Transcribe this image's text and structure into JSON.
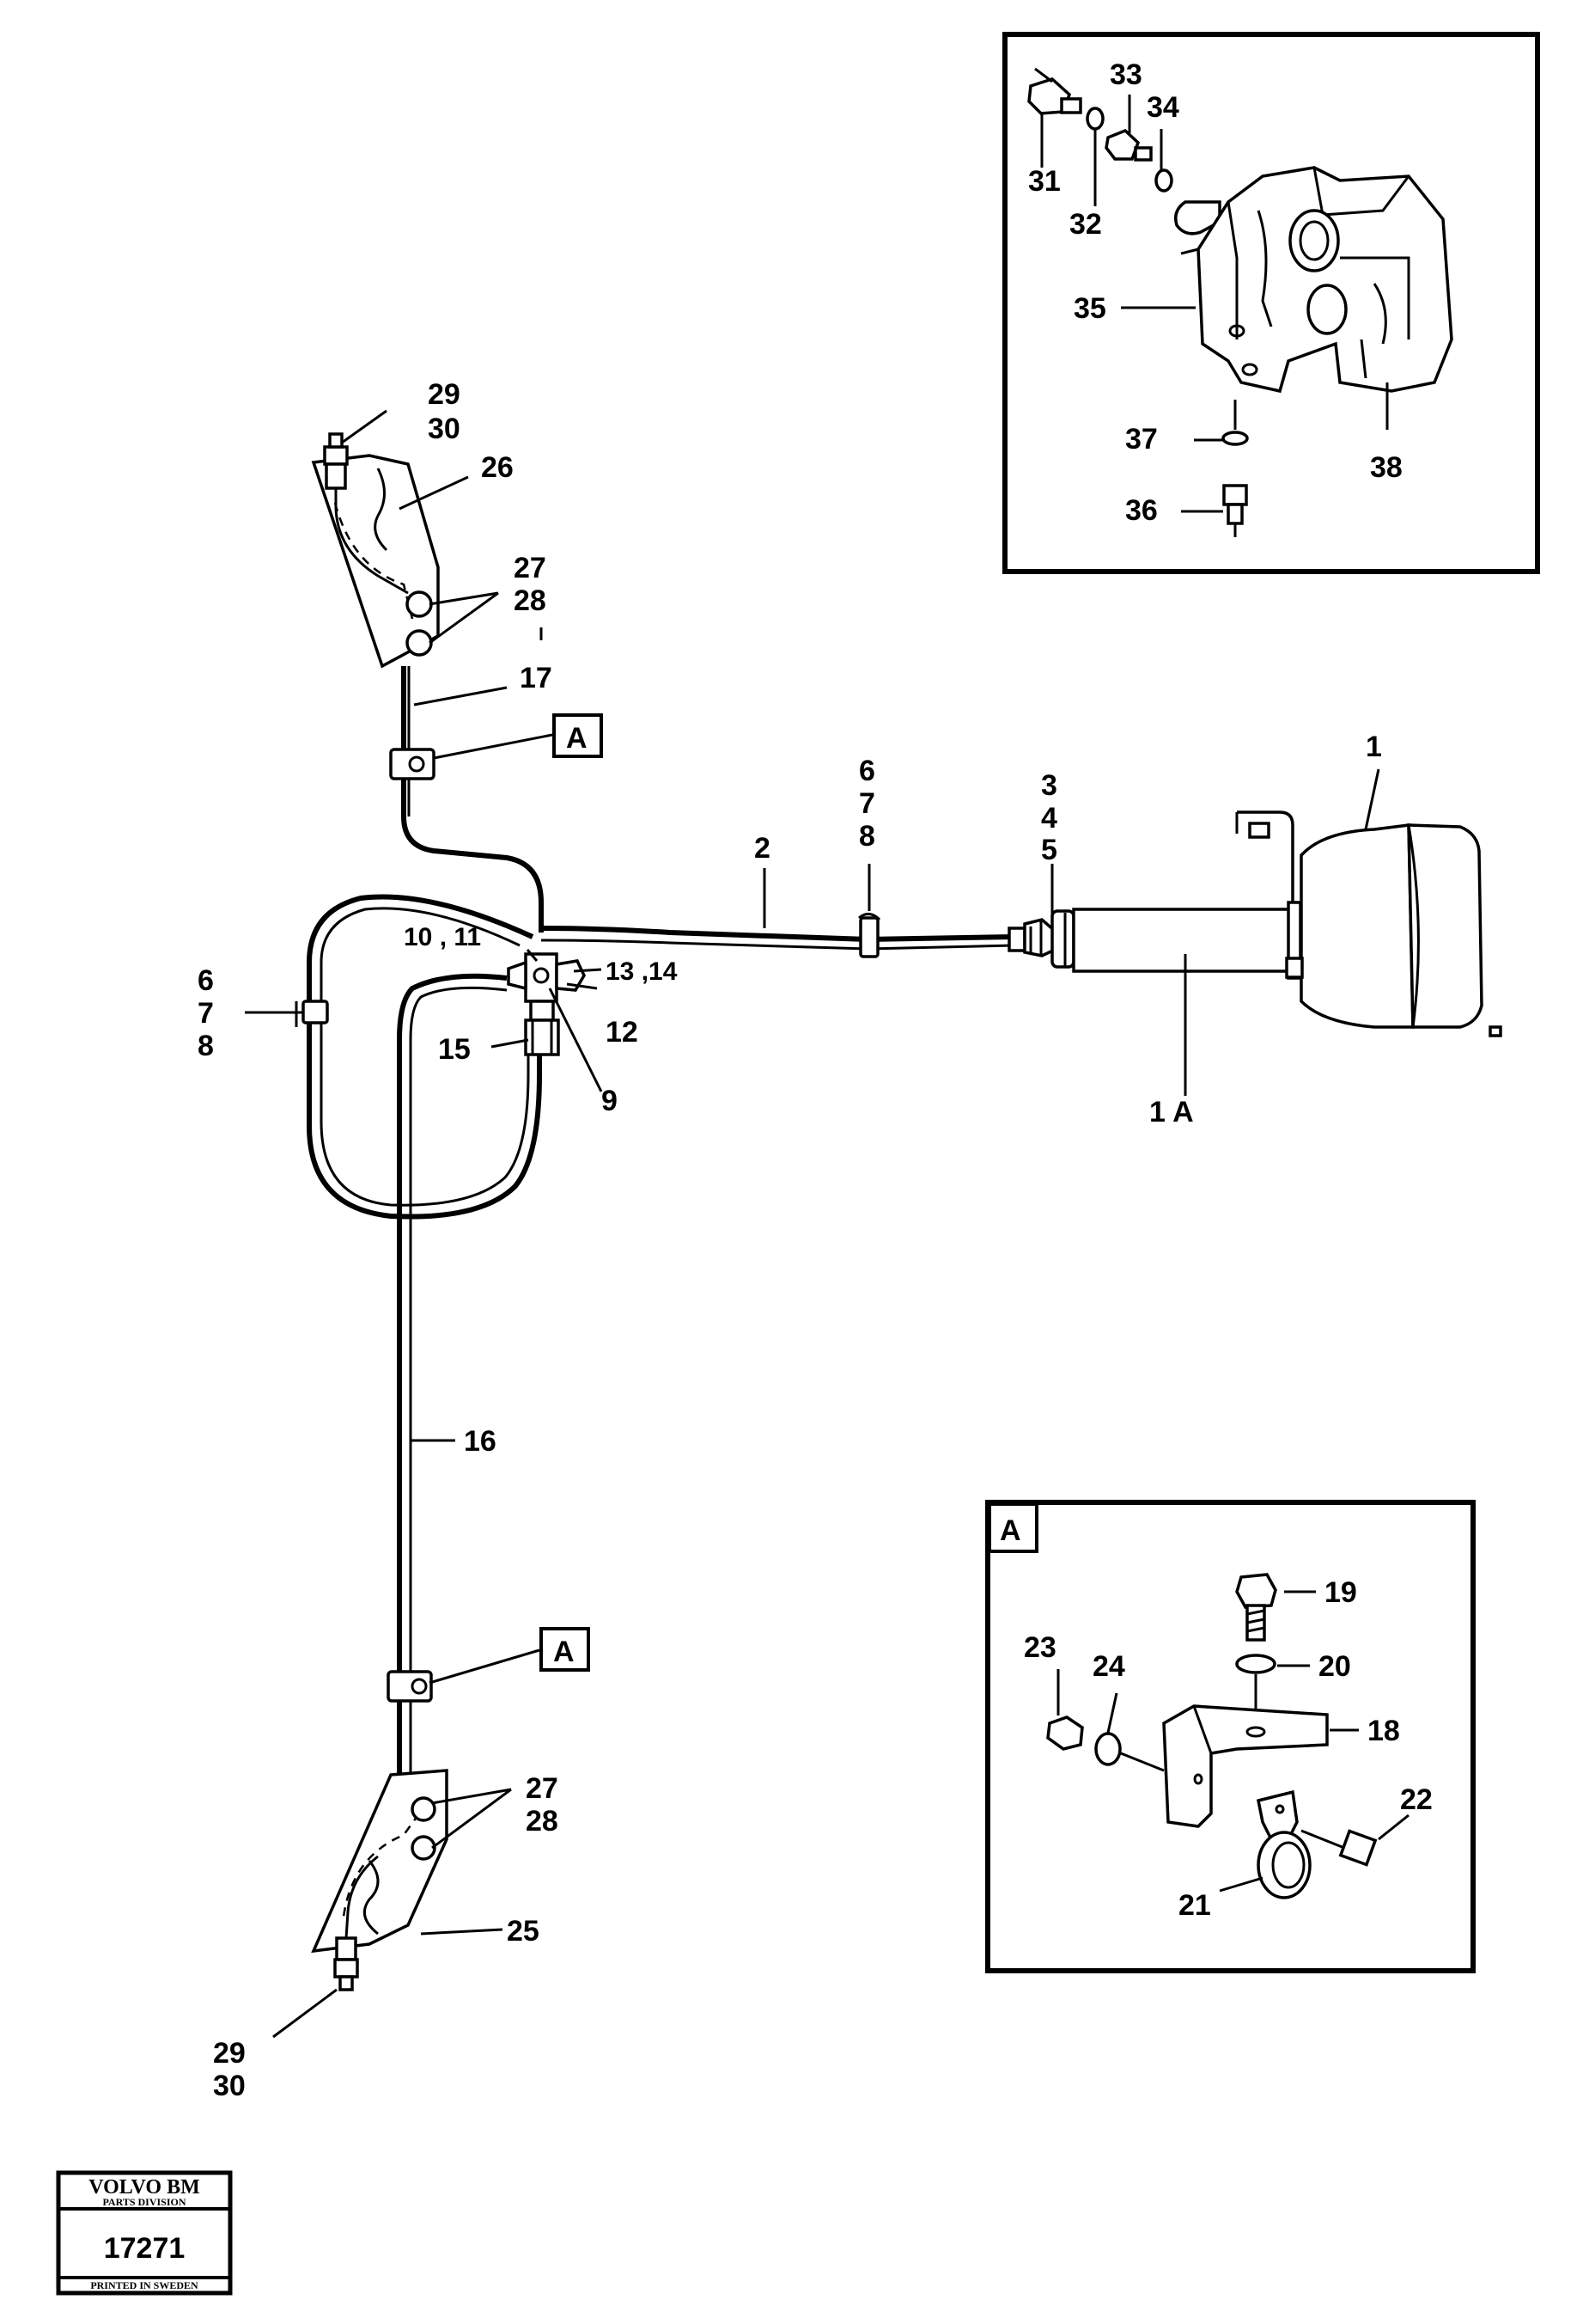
{
  "callouts": {
    "c1": "1",
    "c1a": "1 A",
    "c2": "2",
    "c3": "3",
    "c4": "4",
    "c5": "5",
    "c6a": "6",
    "c7a": "7",
    "c8a": "8",
    "c6b": "6",
    "c7b": "7",
    "c8b": "8",
    "c9": "9",
    "c10_11": "10 , 11",
    "c12": "12",
    "c13_14": "13 ,14",
    "c15": "15",
    "c16": "16",
    "c17": "17",
    "c18": "18",
    "c19": "19",
    "c20": "20",
    "c21": "21",
    "c22": "22",
    "c23": "23",
    "c24": "24",
    "c25": "25",
    "c26": "26",
    "c27a": "27",
    "c28a": "28",
    "c27b": "27",
    "c28b": "28",
    "c29a": "29",
    "c30a": "30",
    "c29b": "29",
    "c30b": "30",
    "c31": "31",
    "c32": "32",
    "c33": "33",
    "c34": "34",
    "c35": "35",
    "c36": "36",
    "c37": "37",
    "c38": "38"
  },
  "view_markers": {
    "ref_top": "A",
    "ref_bottom": "A",
    "detail_box": "A"
  },
  "stamp": {
    "brand": "VOLVO BM",
    "division": "PARTS DIVISION",
    "number": "17271",
    "printed": "PRINTED IN SWEDEN"
  }
}
